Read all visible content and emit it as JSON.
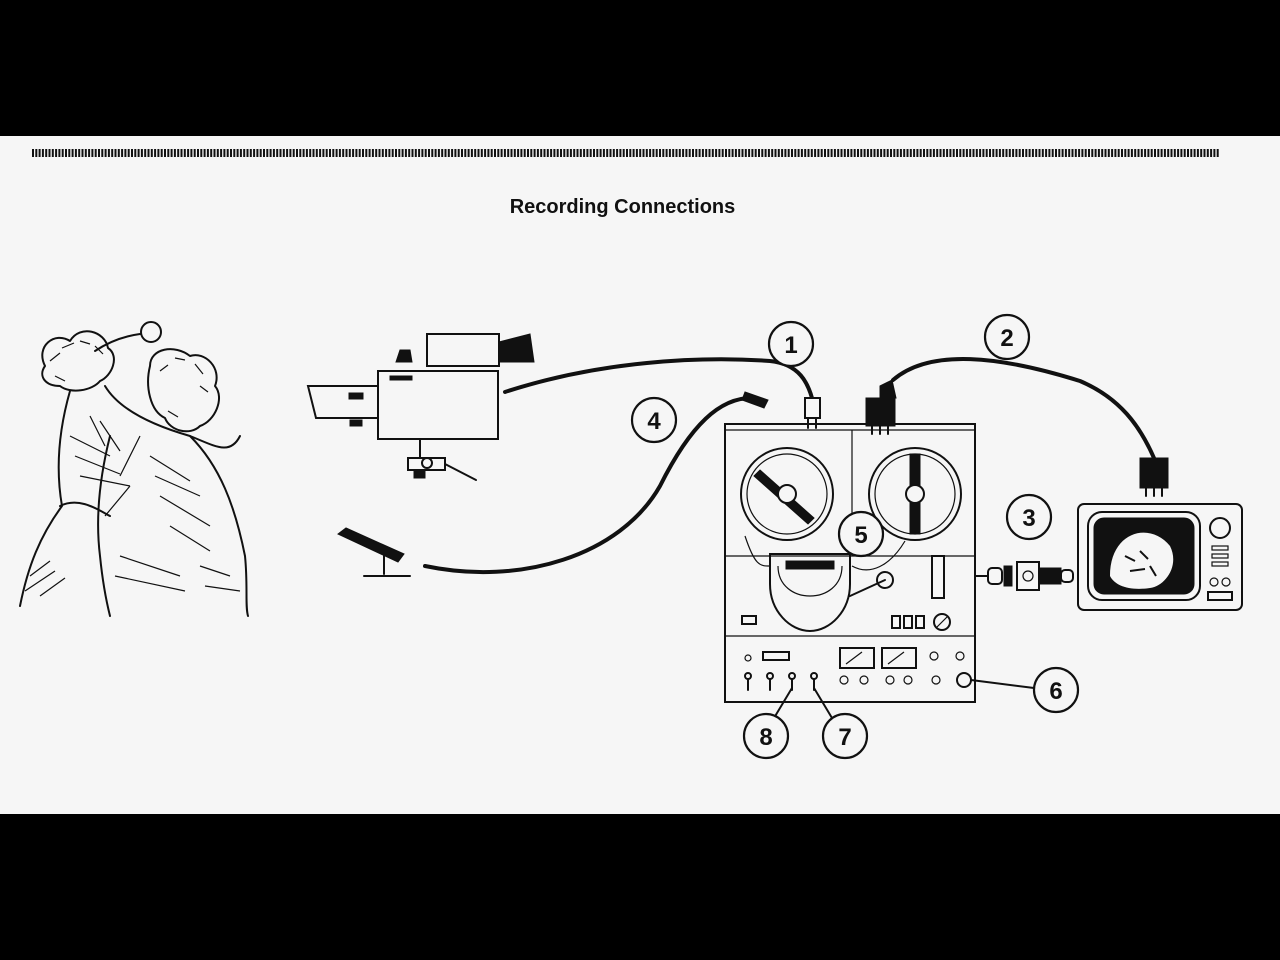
{
  "title": "Recording Connections",
  "callouts": [
    {
      "id": "1",
      "label": "1"
    },
    {
      "id": "2",
      "label": "2"
    },
    {
      "id": "3",
      "label": "3"
    },
    {
      "id": "4",
      "label": "4"
    },
    {
      "id": "5",
      "label": "5"
    },
    {
      "id": "6",
      "label": "6"
    },
    {
      "id": "7",
      "label": "7"
    },
    {
      "id": "8",
      "label": "8"
    }
  ]
}
